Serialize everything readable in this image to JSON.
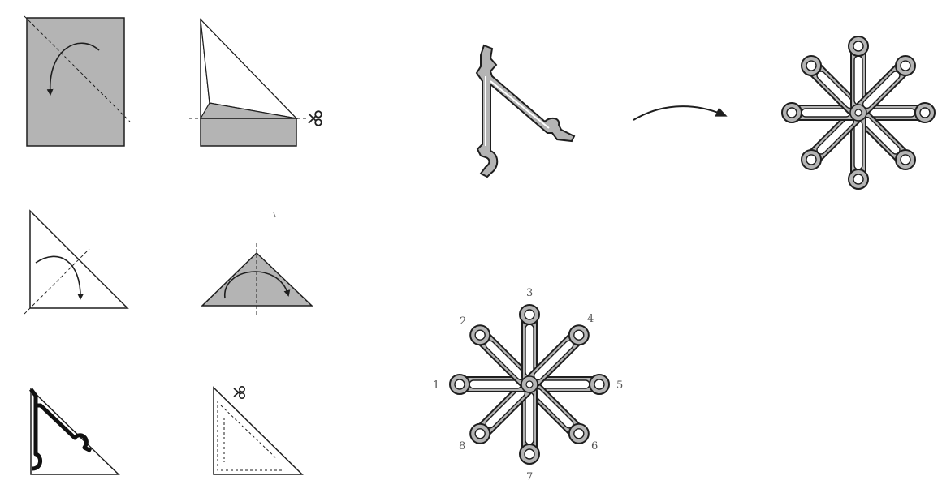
{
  "page": {
    "background": "#ffffff",
    "shade_color": "#b4b4b4",
    "ink_color": "#1e1e1e"
  },
  "steps": [
    {
      "id": "fold-diagonal",
      "icons": [
        "curved-arrow-icon"
      ]
    },
    {
      "id": "cut-strip",
      "icons": [
        "scissors-icon"
      ]
    },
    {
      "id": "fold-triangle-half",
      "icons": [
        "curved-arrow-icon"
      ]
    },
    {
      "id": "fold-triangle-again",
      "icons": [
        "curved-arrow-icon"
      ]
    },
    {
      "id": "draw-pattern",
      "icons": []
    },
    {
      "id": "cut-pattern",
      "icons": [
        "scissors-icon"
      ]
    },
    {
      "id": "cut-shape",
      "icons": []
    },
    {
      "id": "unfold-result",
      "icons": [
        "curved-arrow-icon"
      ]
    },
    {
      "id": "numbered-snowflake",
      "icons": []
    }
  ],
  "arm_labels": [
    "3",
    "2",
    "4",
    "1",
    "5",
    "8",
    "6",
    "7"
  ]
}
